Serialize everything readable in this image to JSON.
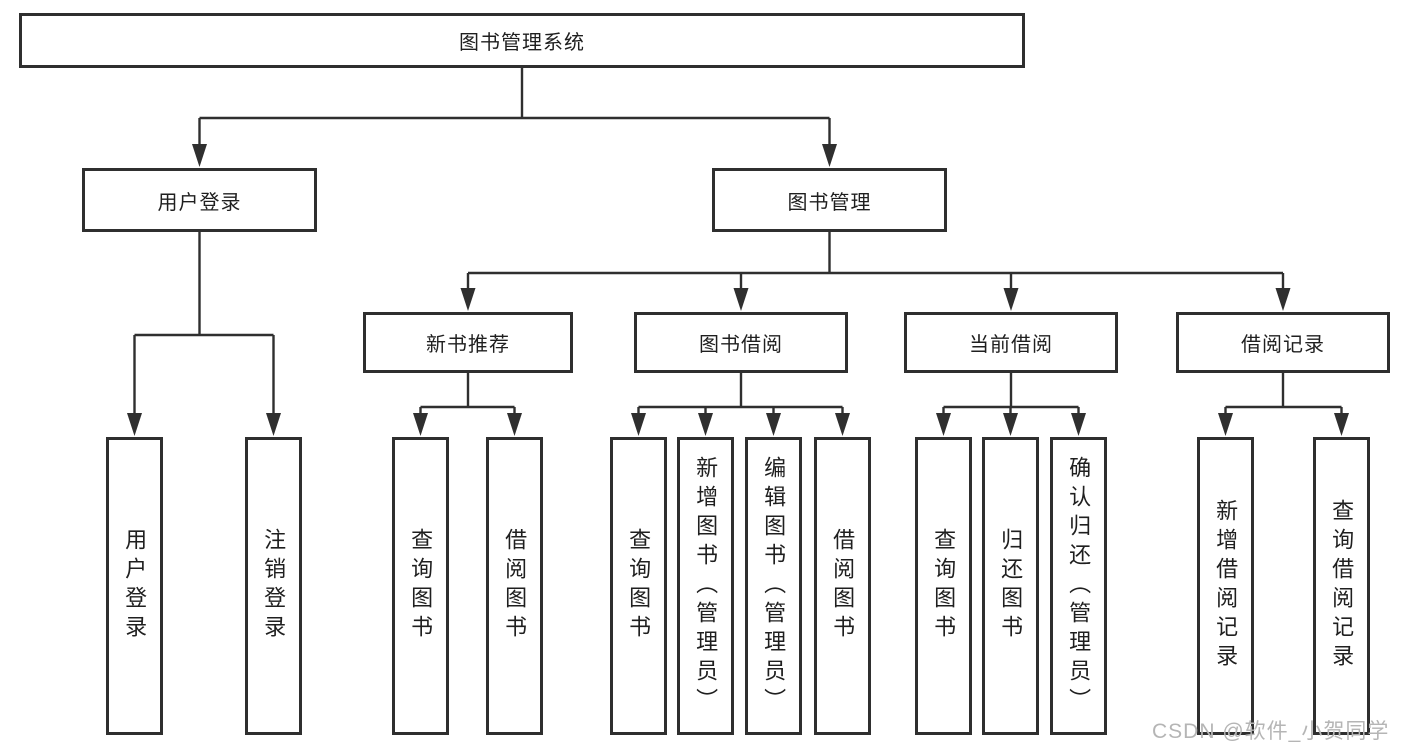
{
  "diagram": {
    "title": "图书管理系统",
    "watermark": "CSDN @软件_小贺同学",
    "colors": {
      "line": "#2f2f2f",
      "box_border": "#2f2f2f",
      "text": "#1f1f1f",
      "background": "#ffffff",
      "watermark": "#b5b5b5"
    },
    "nodes": [
      {
        "id": "root",
        "label": "图书管理系统",
        "orientation": "horizontal"
      },
      {
        "id": "user-login",
        "label": "用户登录",
        "orientation": "horizontal"
      },
      {
        "id": "book-mgmt",
        "label": "图书管理",
        "orientation": "horizontal"
      },
      {
        "id": "new-book-rec",
        "label": "新书推荐",
        "orientation": "horizontal"
      },
      {
        "id": "book-borrow",
        "label": "图书借阅",
        "orientation": "horizontal"
      },
      {
        "id": "current-borrow",
        "label": "当前借阅",
        "orientation": "horizontal"
      },
      {
        "id": "borrow-records",
        "label": "借阅记录",
        "orientation": "horizontal"
      },
      {
        "id": "leaf-user-login",
        "label": "用户登录",
        "orientation": "vertical"
      },
      {
        "id": "leaf-logout",
        "label": "注销登录",
        "orientation": "vertical"
      },
      {
        "id": "leaf-query-book-1",
        "label": "查询图书",
        "orientation": "vertical"
      },
      {
        "id": "leaf-borrow-book-1",
        "label": "借阅图书",
        "orientation": "vertical"
      },
      {
        "id": "leaf-query-book-2",
        "label": "查询图书",
        "orientation": "vertical"
      },
      {
        "id": "leaf-add-book",
        "label": "新增图书（管理员）",
        "orientation": "vertical"
      },
      {
        "id": "leaf-edit-book",
        "label": "编辑图书（管理员）",
        "orientation": "vertical"
      },
      {
        "id": "leaf-borrow-book-2",
        "label": "借阅图书",
        "orientation": "vertical"
      },
      {
        "id": "leaf-query-book-3",
        "label": "查询图书",
        "orientation": "vertical"
      },
      {
        "id": "leaf-return-book",
        "label": "归还图书",
        "orientation": "vertical"
      },
      {
        "id": "leaf-confirm-return",
        "label": "确认归还（管理员）",
        "orientation": "vertical"
      },
      {
        "id": "leaf-add-borrow-record",
        "label": "新增借阅记录",
        "orientation": "vertical"
      },
      {
        "id": "leaf-query-borrow-record",
        "label": "查询借阅记录",
        "orientation": "vertical"
      }
    ],
    "edges": [
      {
        "parent": "root",
        "children": [
          "user-login",
          "book-mgmt"
        ]
      },
      {
        "parent": "user-login",
        "children": [
          "leaf-user-login",
          "leaf-logout"
        ]
      },
      {
        "parent": "book-mgmt",
        "children": [
          "new-book-rec",
          "book-borrow",
          "current-borrow",
          "borrow-records"
        ]
      },
      {
        "parent": "new-book-rec",
        "children": [
          "leaf-query-book-1",
          "leaf-borrow-book-1"
        ]
      },
      {
        "parent": "book-borrow",
        "children": [
          "leaf-query-book-2",
          "leaf-add-book",
          "leaf-edit-book",
          "leaf-borrow-book-2"
        ]
      },
      {
        "parent": "current-borrow",
        "children": [
          "leaf-query-book-3",
          "leaf-return-book",
          "leaf-confirm-return"
        ]
      },
      {
        "parent": "borrow-records",
        "children": [
          "leaf-add-borrow-record",
          "leaf-query-borrow-record"
        ]
      }
    ]
  }
}
